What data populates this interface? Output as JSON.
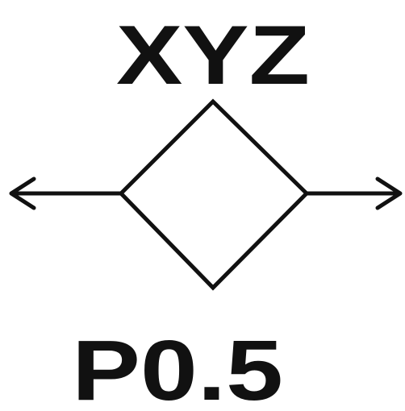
{
  "symbol": {
    "top_label": "XYZ",
    "bottom_label": "P0.5"
  },
  "colors": {
    "stroke": "#111111",
    "background": "#ffffff"
  },
  "icons": {
    "left_arrow": "arrow-left-icon",
    "right_arrow": "arrow-right-icon",
    "diamond": "diamond-shape"
  }
}
